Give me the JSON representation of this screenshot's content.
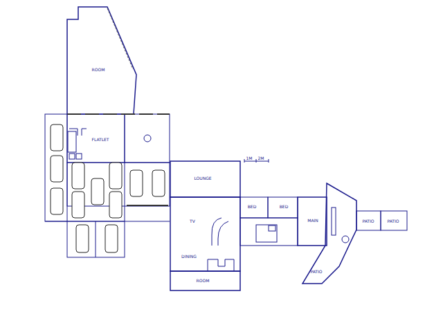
{
  "diagram": {
    "labels": [
      "ROOM",
      "FLATLET",
      "LOUNGE",
      "BED",
      "BED",
      "MAIN",
      "TV",
      "DINING",
      "ROOM",
      "PATIO",
      "PATIO",
      "PATIO",
      "1M",
      "2M"
    ]
  }
}
